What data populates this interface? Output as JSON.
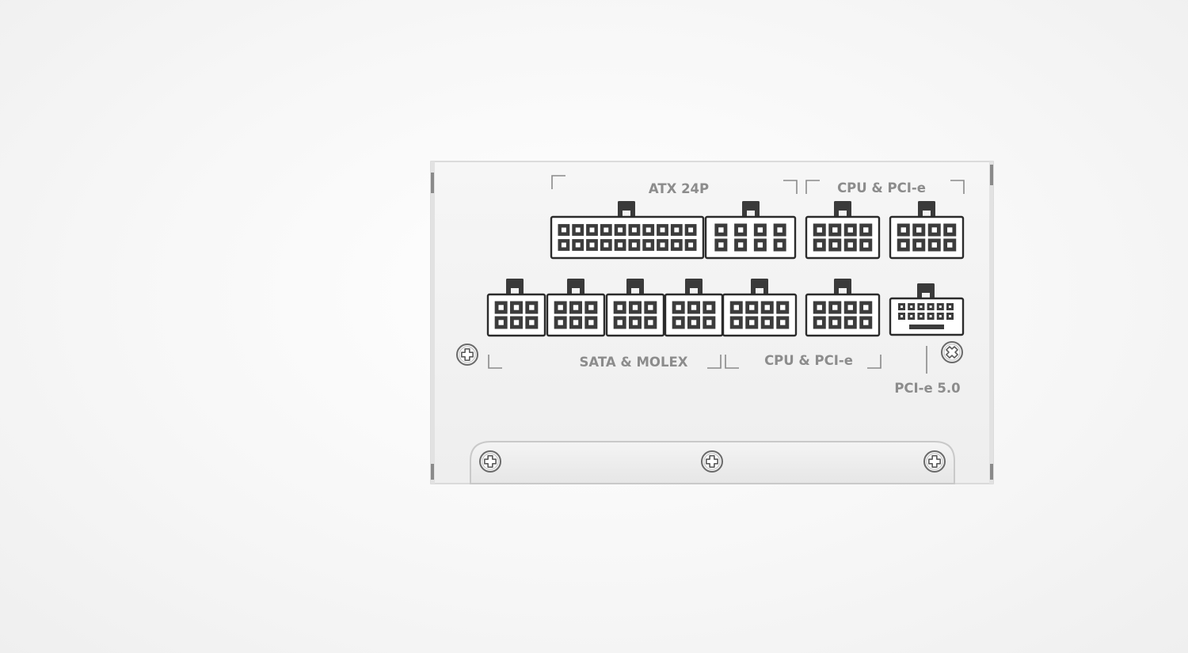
{
  "labels": {
    "atx": "ATX 24P",
    "cpu_pcie_top": "CPU & PCI-e",
    "sata_molex": "SATA & MOLEX",
    "cpu_pcie_bottom": "CPU & PCI-e",
    "pcie5": "PCI-e 5.0"
  },
  "connectors": {
    "atx24_main_pins": 20,
    "atx24_extra_pins": 8,
    "cpu_pcie_top_count": 2,
    "cpu_pcie_top_pins": 8,
    "sata_molex_count": 4,
    "sata_molex_pins": 6,
    "cpu_pcie_bottom_count": 2,
    "cpu_pcie_bottom_pins": 8,
    "pcie5_count": 1
  },
  "colors": {
    "panel": "#f2f2f2",
    "panel_edge": "#d6d6d6",
    "connector_outline": "#2b2b2b",
    "pin_fill": "#3c3c3c",
    "label": "#8c8c8c"
  },
  "icons": {
    "screw": "cross-head-screw-icon",
    "screw_x": "x-head-screw-icon"
  }
}
